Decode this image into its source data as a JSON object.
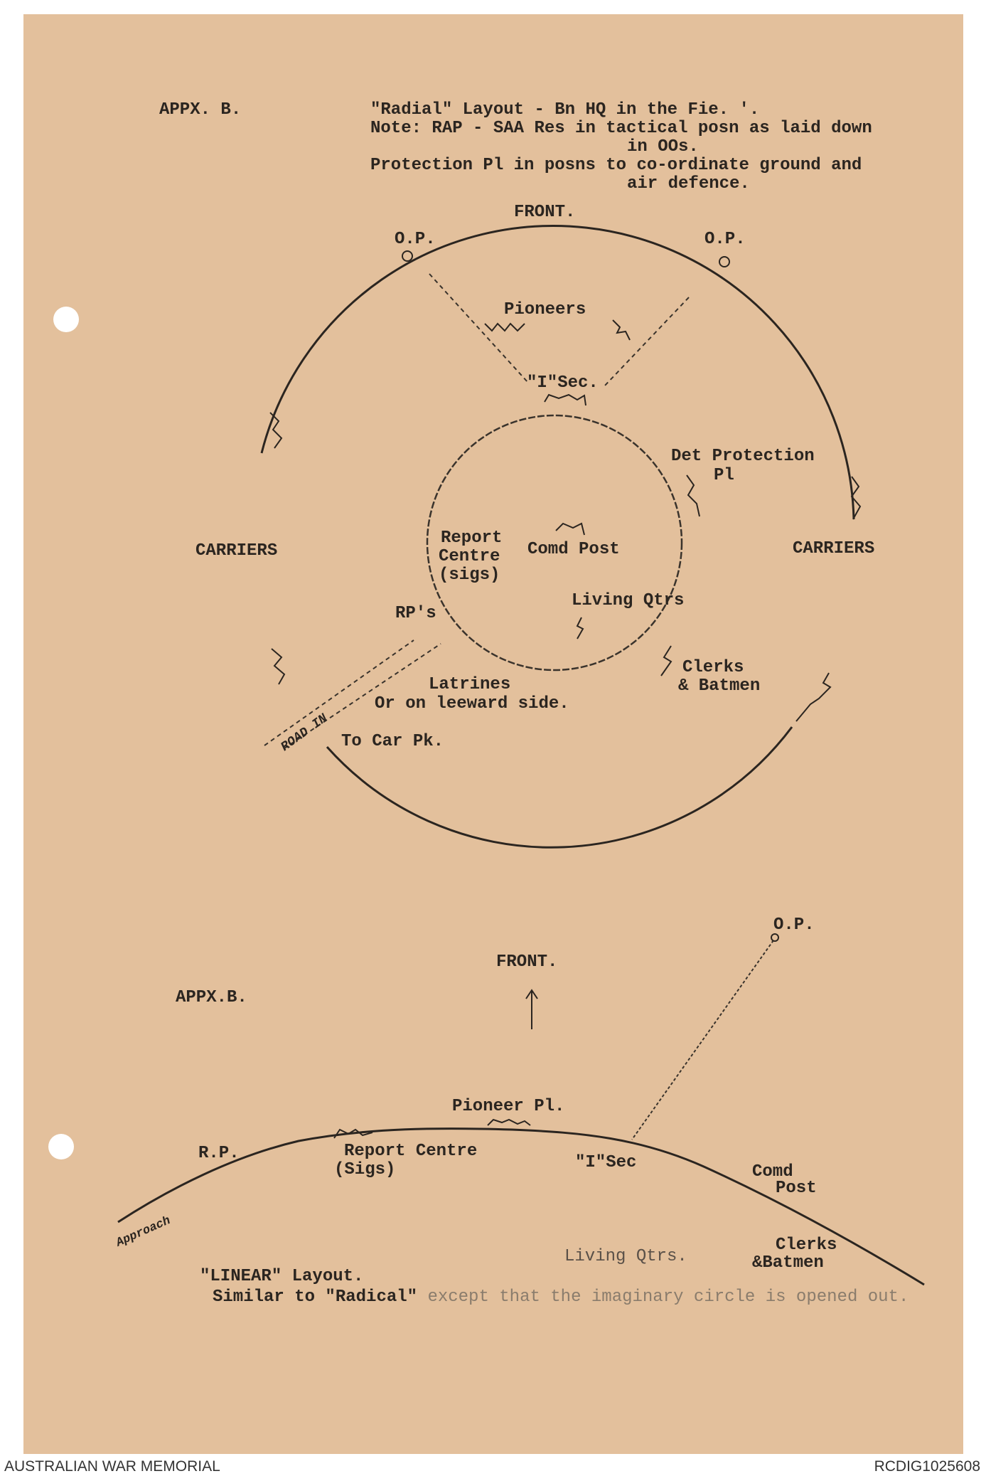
{
  "radial": {
    "appendix": "APPX. B.",
    "title_lines": [
      "\"Radial\" Layout - Bn HQ in the Fie. '.",
      "Note: RAP - SAA Res in tactical posn as laid down",
      "in OOs.",
      "Protection Pl in posns to co-ordinate ground and",
      "air defence."
    ],
    "front": "FRONT.",
    "op_left": "O.P.",
    "op_right": "O.P.",
    "pioneers": "Pioneers",
    "i_sec": "\"I\"Sec.",
    "det_protection": [
      "Det Protection",
      "Pl"
    ],
    "carriers_left": "CARRIERS",
    "carriers_right": "CARRIERS",
    "report_centre": [
      "Report",
      "Centre",
      "(sigs)"
    ],
    "comd_post": "Comd Post",
    "living_qtrs": "Living Qtrs",
    "rps": "RP's",
    "clerks": [
      "Clerks",
      "& Batmen"
    ],
    "latrines": "Latrines",
    "leeward": "Or on leeward side.",
    "car_park": "To Car Pk.",
    "road_in": "ROAD IN"
  },
  "linear": {
    "op": "O.P.",
    "front": "FRONT.",
    "appendix": "APPX.B.",
    "pioneer_pl": "Pioneer Pl.",
    "rp": "R.P.",
    "report_centre": [
      "Report Centre",
      "(Sigs)"
    ],
    "i_sec": "\"I\"Sec",
    "comd_post": [
      "Comd",
      "Post"
    ],
    "clerks": [
      "Clerks",
      "&Batmen"
    ],
    "living_qtrs": "Living Qtrs.",
    "approach": "Approach",
    "caption_title": "\"LINEAR\" Layout.",
    "caption_bold": "Similar to \"Radical\"",
    "caption_faint": " except that the imaginary circle is opened out."
  },
  "footer": {
    "left": "AUSTRALIAN WAR MEMORIAL",
    "right": "RCDIG1025608"
  },
  "colors": {
    "paper": "#e3c09c",
    "ink": "#2b2520"
  }
}
